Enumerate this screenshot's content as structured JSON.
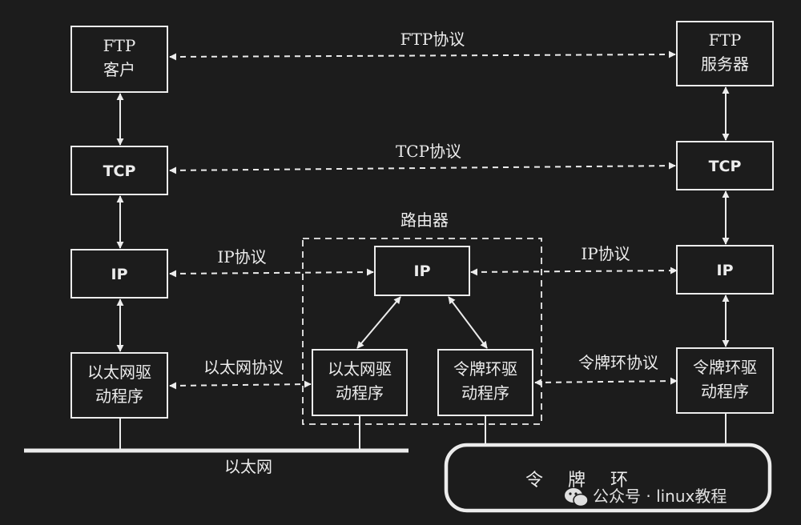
{
  "nodes": {
    "ftp_client": [
      "FTP",
      "客户"
    ],
    "ftp_server": [
      "FTP",
      "服务器"
    ],
    "tcp_left": "TCP",
    "tcp_right": "TCP",
    "ip_left": "IP",
    "ip_router": "IP",
    "ip_right": "IP",
    "eth_driver_left": [
      "以太网驱",
      "动程序"
    ],
    "eth_driver_router": [
      "以太网驱",
      "动程序"
    ],
    "tr_driver_router": [
      "令牌环驱",
      "动程序"
    ],
    "tr_driver_right": [
      "令牌环驱",
      "动程序"
    ]
  },
  "labels": {
    "router": "路由器",
    "ftp_protocol": "FTP协议",
    "tcp_protocol": "TCP协议",
    "ip_protocol_left": "IP协议",
    "ip_protocol_right": "IP协议",
    "ethernet_protocol": "以太网协议",
    "token_ring_protocol": "令牌环协议",
    "ethernet": "以太网",
    "token_ring": "令 牌 环"
  },
  "watermark": {
    "text": "公众号 · linux教程",
    "icon": "wechat-icon"
  },
  "colors": {
    "background": "#1c1c1c",
    "foreground": "#ececec"
  }
}
